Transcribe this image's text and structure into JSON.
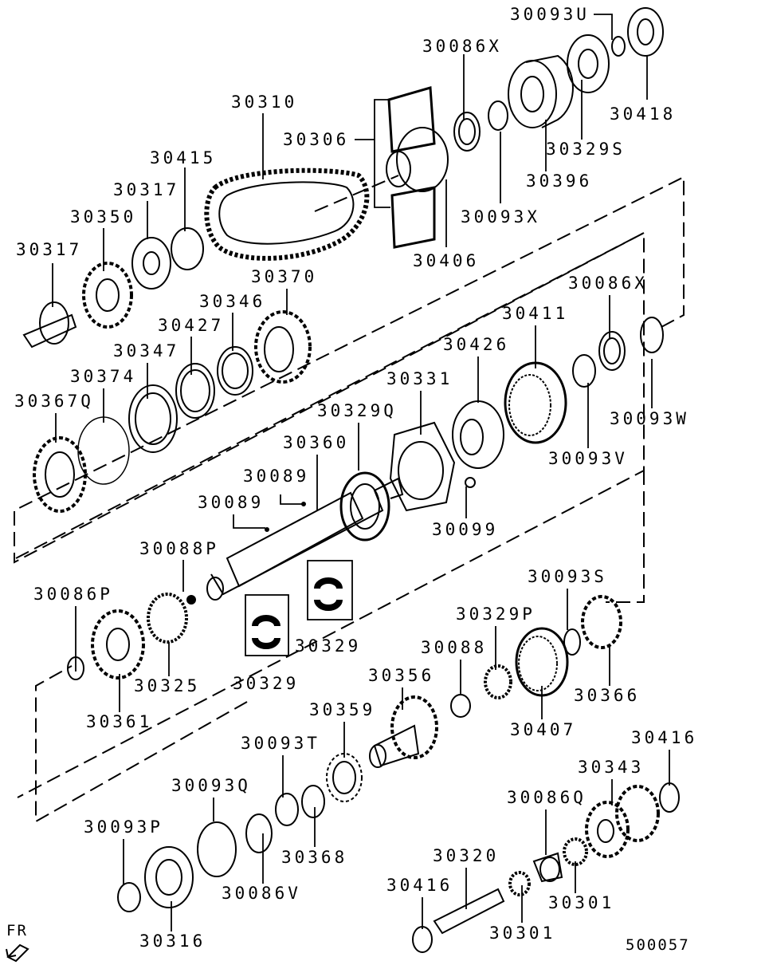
{
  "diagram_id": "500057",
  "direction_marker": "FR",
  "parts": [
    "30093U",
    "30086X",
    "30418",
    "30310",
    "30306",
    "30329S",
    "30415",
    "30396",
    "30317",
    "30350",
    "30093X",
    "30317",
    "30406",
    "30370",
    "30086X",
    "30346",
    "30411",
    "30427",
    "30347",
    "30426",
    "30374",
    "30331",
    "30367Q",
    "30329Q",
    "30093W",
    "30360",
    "30093V",
    "30089",
    "30089",
    "30099",
    "30088P",
    "30093S",
    "30086P",
    "30329P",
    "30329",
    "30088",
    "30356",
    "30325",
    "30329",
    "30366",
    "30361",
    "30359",
    "30407",
    "30416",
    "30093T",
    "30343",
    "30093Q",
    "30086Q",
    "30093P",
    "30320",
    "30368",
    "30086V",
    "30416",
    "30301",
    "30301",
    "30316"
  ]
}
